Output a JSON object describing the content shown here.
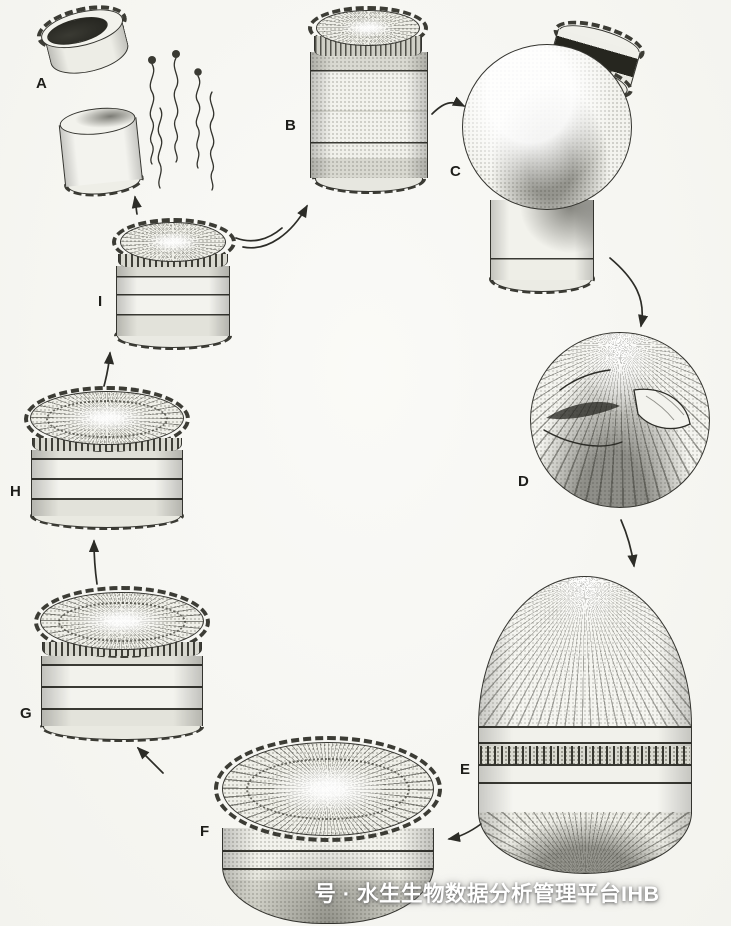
{
  "figure": {
    "background": "#f7f7f3",
    "ink": "#2c2c27",
    "watermark": {
      "text": "号 · 水生生物数据分析管理平台IHB",
      "color": "#ffffff"
    },
    "stages": {
      "A": {
        "label": "A"
      },
      "B": {
        "label": "B"
      },
      "C": {
        "label": "C"
      },
      "D": {
        "label": "D"
      },
      "E": {
        "label": "E"
      },
      "F": {
        "label": "F"
      },
      "G": {
        "label": "G"
      },
      "H": {
        "label": "H"
      },
      "I": {
        "label": "I"
      }
    }
  }
}
